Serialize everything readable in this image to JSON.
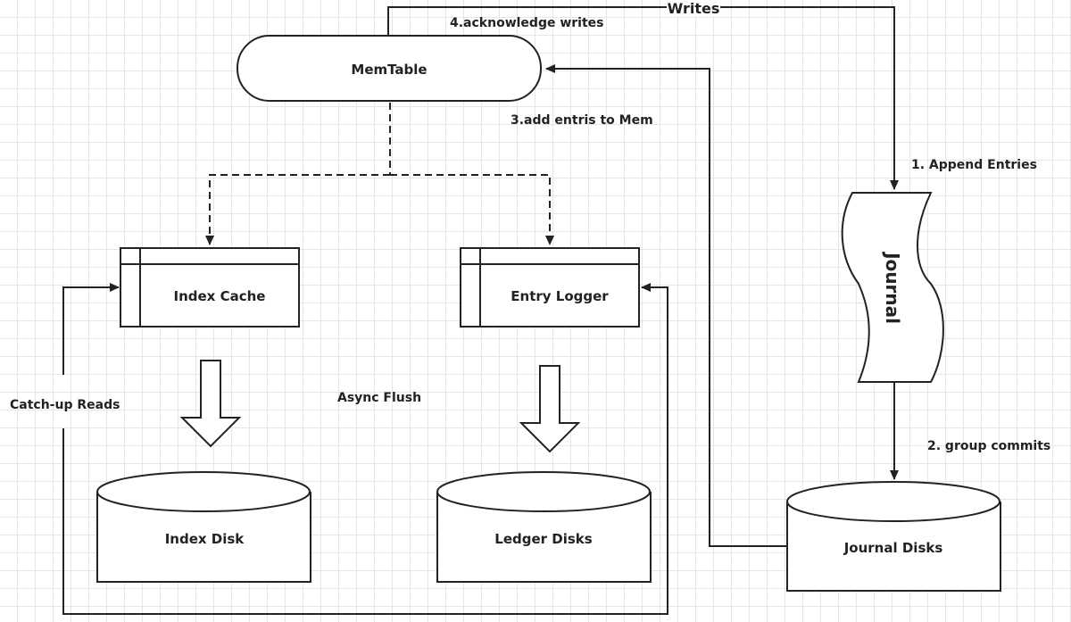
{
  "nodes": {
    "memtable": "MemTable",
    "index_cache": "Index Cache",
    "entry_logger": "Entry Logger",
    "journal": "Journal",
    "index_disk": "Index Disk",
    "ledger_disks": "Ledger Disks",
    "journal_disks": "Journal Disks"
  },
  "edges": {
    "writes": "Writes",
    "ack_writes": "4.acknowledge writes",
    "add_entries": "3.add entris to Mem",
    "append_entries": "1. Append Entries",
    "group_commits": "2. group commits",
    "catch_up_reads": "Catch-up Reads",
    "async_flush": "Async Flush"
  }
}
